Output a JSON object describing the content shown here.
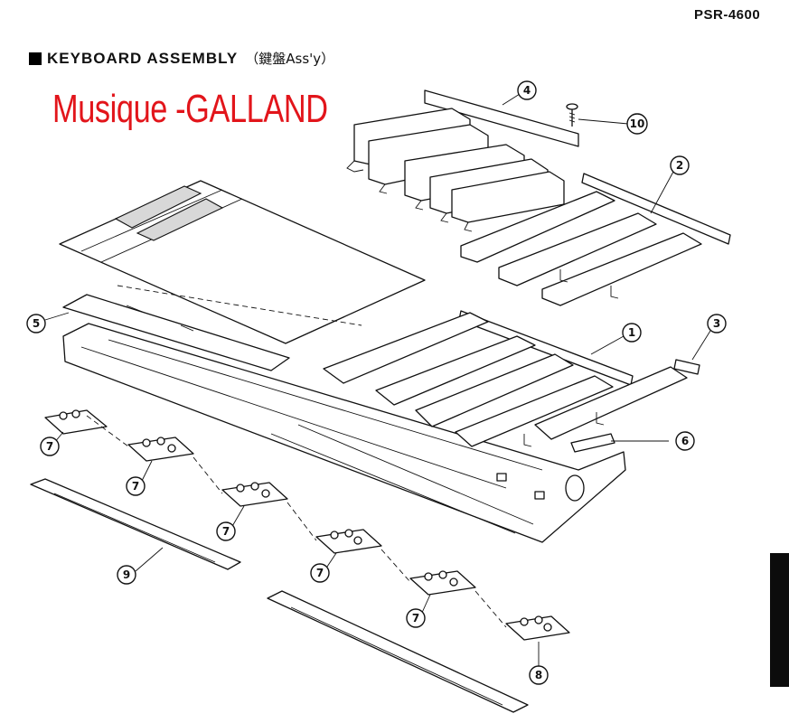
{
  "header": {
    "model": "PSR-4600",
    "title_en": "KEYBOARD ASSEMBLY",
    "title_jp": "（鍵盤Ass'y）"
  },
  "watermark": "Musique -GALLAND",
  "callouts": [
    {
      "id": "callout-4",
      "label": "4"
    },
    {
      "id": "callout-10",
      "label": "10"
    },
    {
      "id": "callout-2",
      "label": "2"
    },
    {
      "id": "callout-3",
      "label": "3"
    },
    {
      "id": "callout-1",
      "label": "1"
    },
    {
      "id": "callout-5",
      "label": "5"
    },
    {
      "id": "callout-6",
      "label": "6"
    },
    {
      "id": "callout-7a",
      "label": "7"
    },
    {
      "id": "callout-7b",
      "label": "7"
    },
    {
      "id": "callout-7c",
      "label": "7"
    },
    {
      "id": "callout-7d",
      "label": "7"
    },
    {
      "id": "callout-7e",
      "label": "7"
    },
    {
      "id": "callout-9",
      "label": "9"
    },
    {
      "id": "callout-8",
      "label": "8"
    }
  ],
  "colors": {
    "watermark": "#e2151b",
    "ink": "#111111"
  }
}
